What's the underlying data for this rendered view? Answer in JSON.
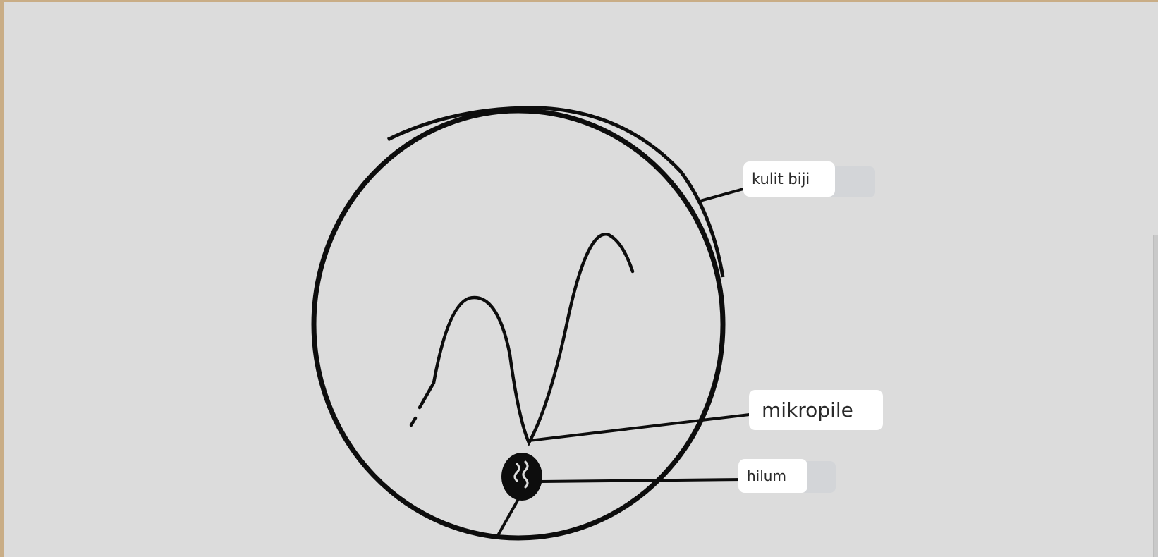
{
  "diagram": {
    "labels": {
      "seed_coat": "kulit biji",
      "micropyle": "mikropile",
      "hilum": "hilum"
    }
  }
}
